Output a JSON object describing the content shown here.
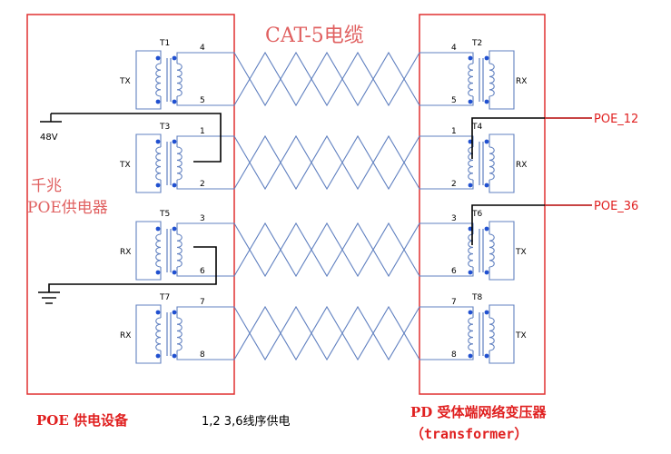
{
  "cable_title": "CAT-5电缆",
  "pse": {
    "name_line1": "千兆",
    "name_line2": "POE供电器",
    "caption": "POE 供电设备",
    "supply_note": "1,2 3,6线序供电",
    "voltage": "48V"
  },
  "pd": {
    "caption_line1": "PD 受体端网络变压器",
    "caption_line2": "（transformer）"
  },
  "outputs": {
    "poe12": "POE_12",
    "poe36": "POE_36"
  },
  "left_transformers": [
    {
      "id": "T1",
      "role": "TX",
      "pins": [
        "4",
        "5"
      ]
    },
    {
      "id": "T3",
      "role": "TX",
      "pins": [
        "1",
        "2"
      ]
    },
    {
      "id": "T5",
      "role": "RX",
      "pins": [
        "3",
        "6"
      ]
    },
    {
      "id": "T7",
      "role": "RX",
      "pins": [
        "7",
        "8"
      ]
    }
  ],
  "right_transformers": [
    {
      "id": "T2",
      "role": "RX",
      "pins": [
        "4",
        "5"
      ]
    },
    {
      "id": "T4",
      "role": "RX",
      "pins": [
        "1",
        "2"
      ]
    },
    {
      "id": "T6",
      "role": "TX",
      "pins": [
        "3",
        "6"
      ]
    },
    {
      "id": "T8",
      "role": "TX",
      "pins": [
        "7",
        "8"
      ]
    }
  ],
  "colors": {
    "box": "#e03030",
    "line": "#6080c0",
    "wire": "#000000",
    "dot": "#2050d0",
    "label_red": "#e02020"
  }
}
